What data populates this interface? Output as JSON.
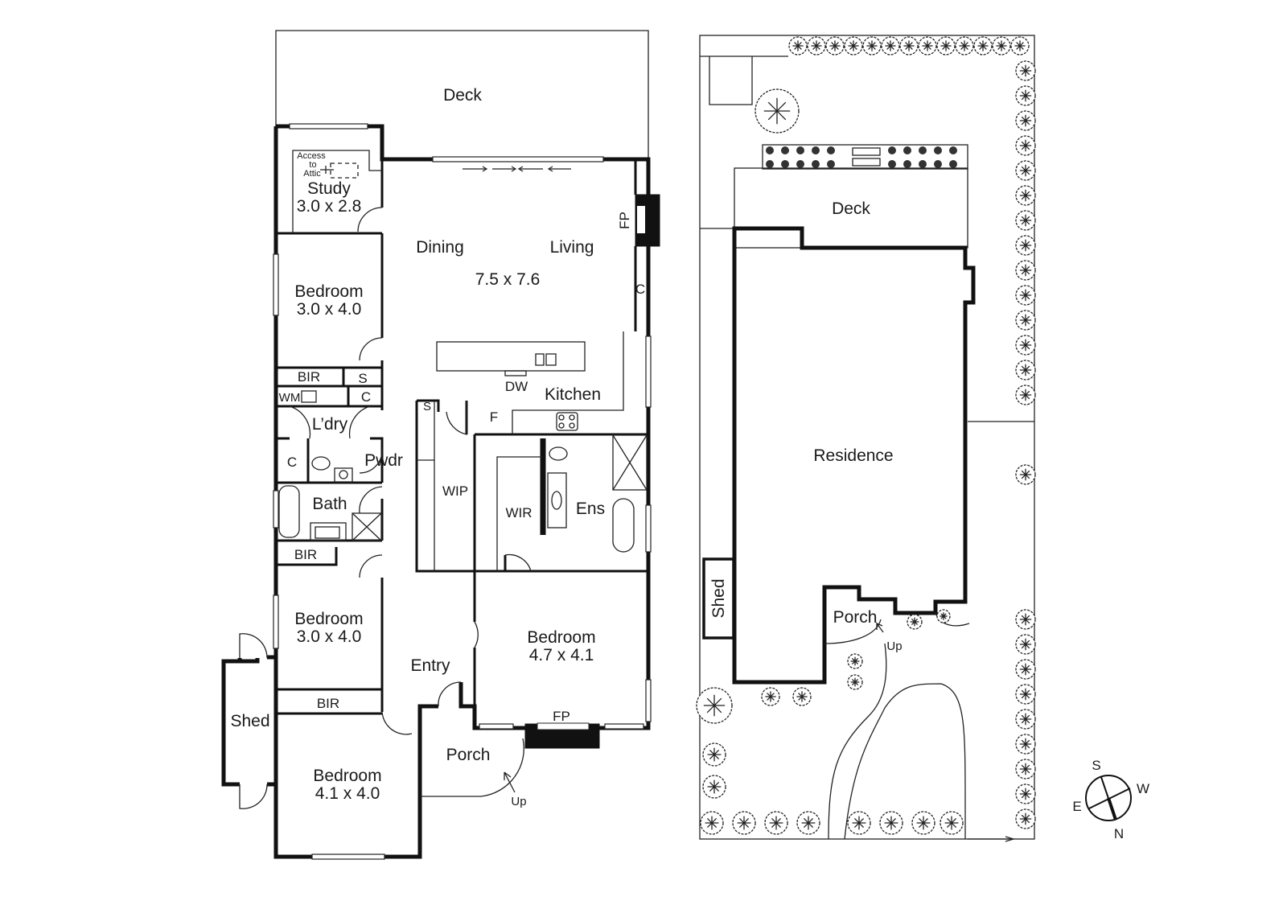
{
  "floor_plan": {
    "deck": "Deck",
    "study": {
      "name": "Study",
      "size": "3.0 x 2.8",
      "attic_note": [
        "Access",
        "to",
        "Attic"
      ]
    },
    "dining": "Dining",
    "living": "Living",
    "living_size": "7.5 x 7.6",
    "fireplace_living": "FP",
    "cupboard_living": "C",
    "bedroom_1": {
      "name": "Bedroom",
      "size": "3.0 x 4.0"
    },
    "bir_1": "BIR",
    "s_1": "S",
    "wm": "WM",
    "c_1": "C",
    "laundry": "L’dry",
    "dw": "DW",
    "kitchen": "Kitchen",
    "s_2": "S",
    "fridge": "F",
    "c_2": "C",
    "powder": "Pwdr",
    "bath": "Bath",
    "wip": "WIP",
    "wir": "WIR",
    "ensuite": "Ens",
    "bir_2": "BIR",
    "bedroom_2": {
      "name": "Bedroom",
      "size": "3.0 x 4.0"
    },
    "master_bedroom": {
      "name": "Bedroom",
      "size": "4.7 x 4.1"
    },
    "entry": "Entry",
    "bir_3": "BIR",
    "fireplace_master": "FP",
    "shed": "Shed",
    "porch": "Porch",
    "up": "Up",
    "bedroom_3": {
      "name": "Bedroom",
      "size": "4.1 x 4.0"
    }
  },
  "site_plan": {
    "deck": "Deck",
    "residence": "Residence",
    "shed": "Shed",
    "porch": "Porch",
    "up": "Up"
  },
  "compass": {
    "s": "S",
    "w": "W",
    "e": "E",
    "n": "N"
  }
}
